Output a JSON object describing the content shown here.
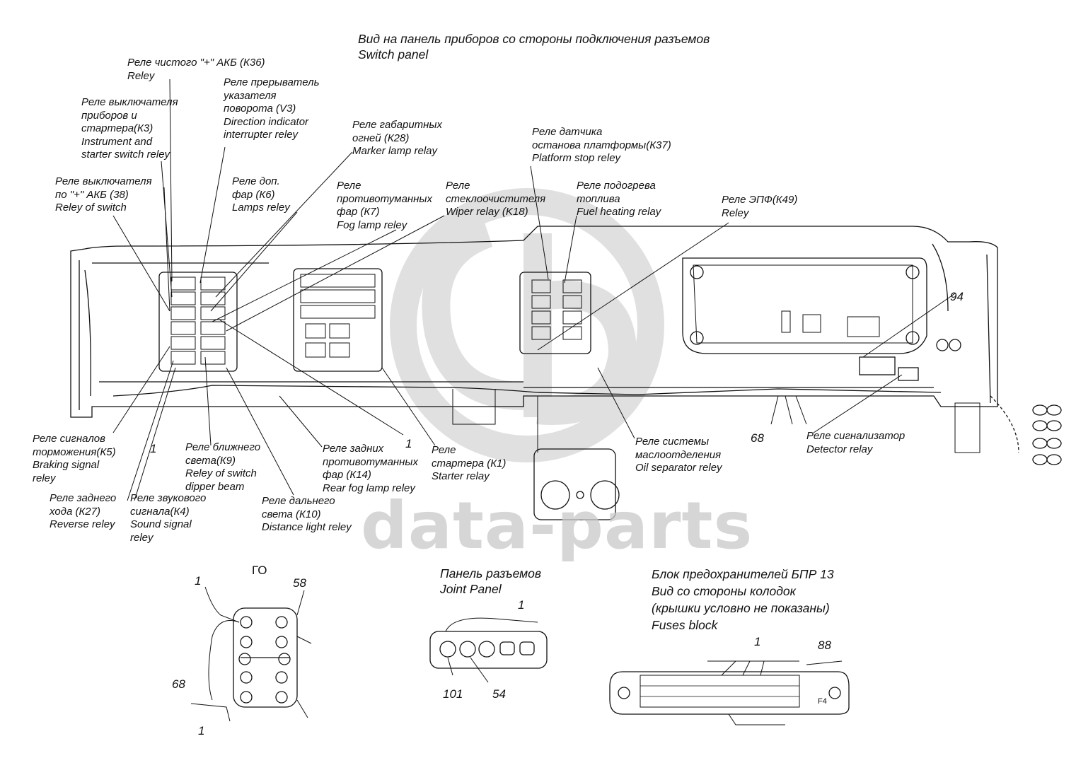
{
  "header": [
    "Вид на панель приборов со стороны подключения разъемов",
    "Switch panel"
  ],
  "watermark": "data-parts",
  "labels": {
    "k36": [
      "Реле чистого \"+\" АКБ (К36)",
      "Reley"
    ],
    "k3": [
      "Реле выключателя",
      "приборов и",
      "стартера(К3)",
      "Instrument and",
      "starter switch reley"
    ],
    "v3": [
      "Реле прерыватель",
      "указателя",
      "поворота (V3)",
      "Direction indicator",
      "interrupter reley"
    ],
    "k28": [
      "Реле габаритных",
      "огней (К28)",
      "Marker lamp relay"
    ],
    "k37": [
      "Реле датчика",
      "останова платформы(К37)",
      "Platform stop reley"
    ],
    "k38": [
      "Реле выключателя",
      "по \"+\" АКБ (38)",
      "Reley of switch"
    ],
    "k6": [
      "Реле доп.",
      "фар (К6)",
      "Lamps reley"
    ],
    "k7": [
      "Реле",
      "противотуманных",
      "фар (К7)",
      "Fog lamp reley"
    ],
    "k18": [
      "Реле",
      "стеклоочистителя",
      "Wiper relay (K18)"
    ],
    "fuel": [
      "Реле подогрева",
      "топлива",
      "Fuel heating relay"
    ],
    "k49": [
      "Реле ЭПФ(К49)",
      "Reley"
    ],
    "k5": [
      "Реле сигналов",
      "торможения(К5)",
      "Braking signal",
      "reley"
    ],
    "k9": [
      "Реле ближнего",
      "света(К9)",
      "Reley of switch",
      "dipper beam"
    ],
    "k14": [
      "Реле задних",
      "противотуманных",
      "фар (К14)",
      "Rear fog lamp reley"
    ],
    "k1": [
      "Реле",
      "стартера (К1)",
      "Starter relay"
    ],
    "oil": [
      "Реле системы",
      "маслоотделения",
      "Oil separator reley"
    ],
    "detector": [
      "Реле сигнализатор",
      "Detector relay"
    ],
    "k27": [
      "Реле заднего",
      "хода (К27)",
      "Reverse reley"
    ],
    "k4": [
      "Реле звукового",
      "сигнала(К4)",
      "Sound signal",
      "reley"
    ],
    "k10": [
      "Реле дальнего",
      "света (К10)",
      "Distance light reley"
    ]
  },
  "numbers": {
    "n94": "94",
    "n68_main": "68",
    "n1_main_left": "1",
    "n1_main_center": "1",
    "go_title": "ГО",
    "go_1_top": "1",
    "go_58": "58",
    "go_68": "68",
    "go_1_bottom": "1",
    "jp_1": "1",
    "jp_101": "101",
    "jp_54": "54",
    "fb_1": "1",
    "fb_88": "88",
    "fb_f4": "F4"
  },
  "joint_panel": [
    "Панель разъемов",
    "Joint Panel"
  ],
  "fuse_block": [
    "Блок предохранителей БПР 13",
    "Вид со стороны колодок",
    "(крышки условно не показаны)",
    "Fuses  block"
  ]
}
